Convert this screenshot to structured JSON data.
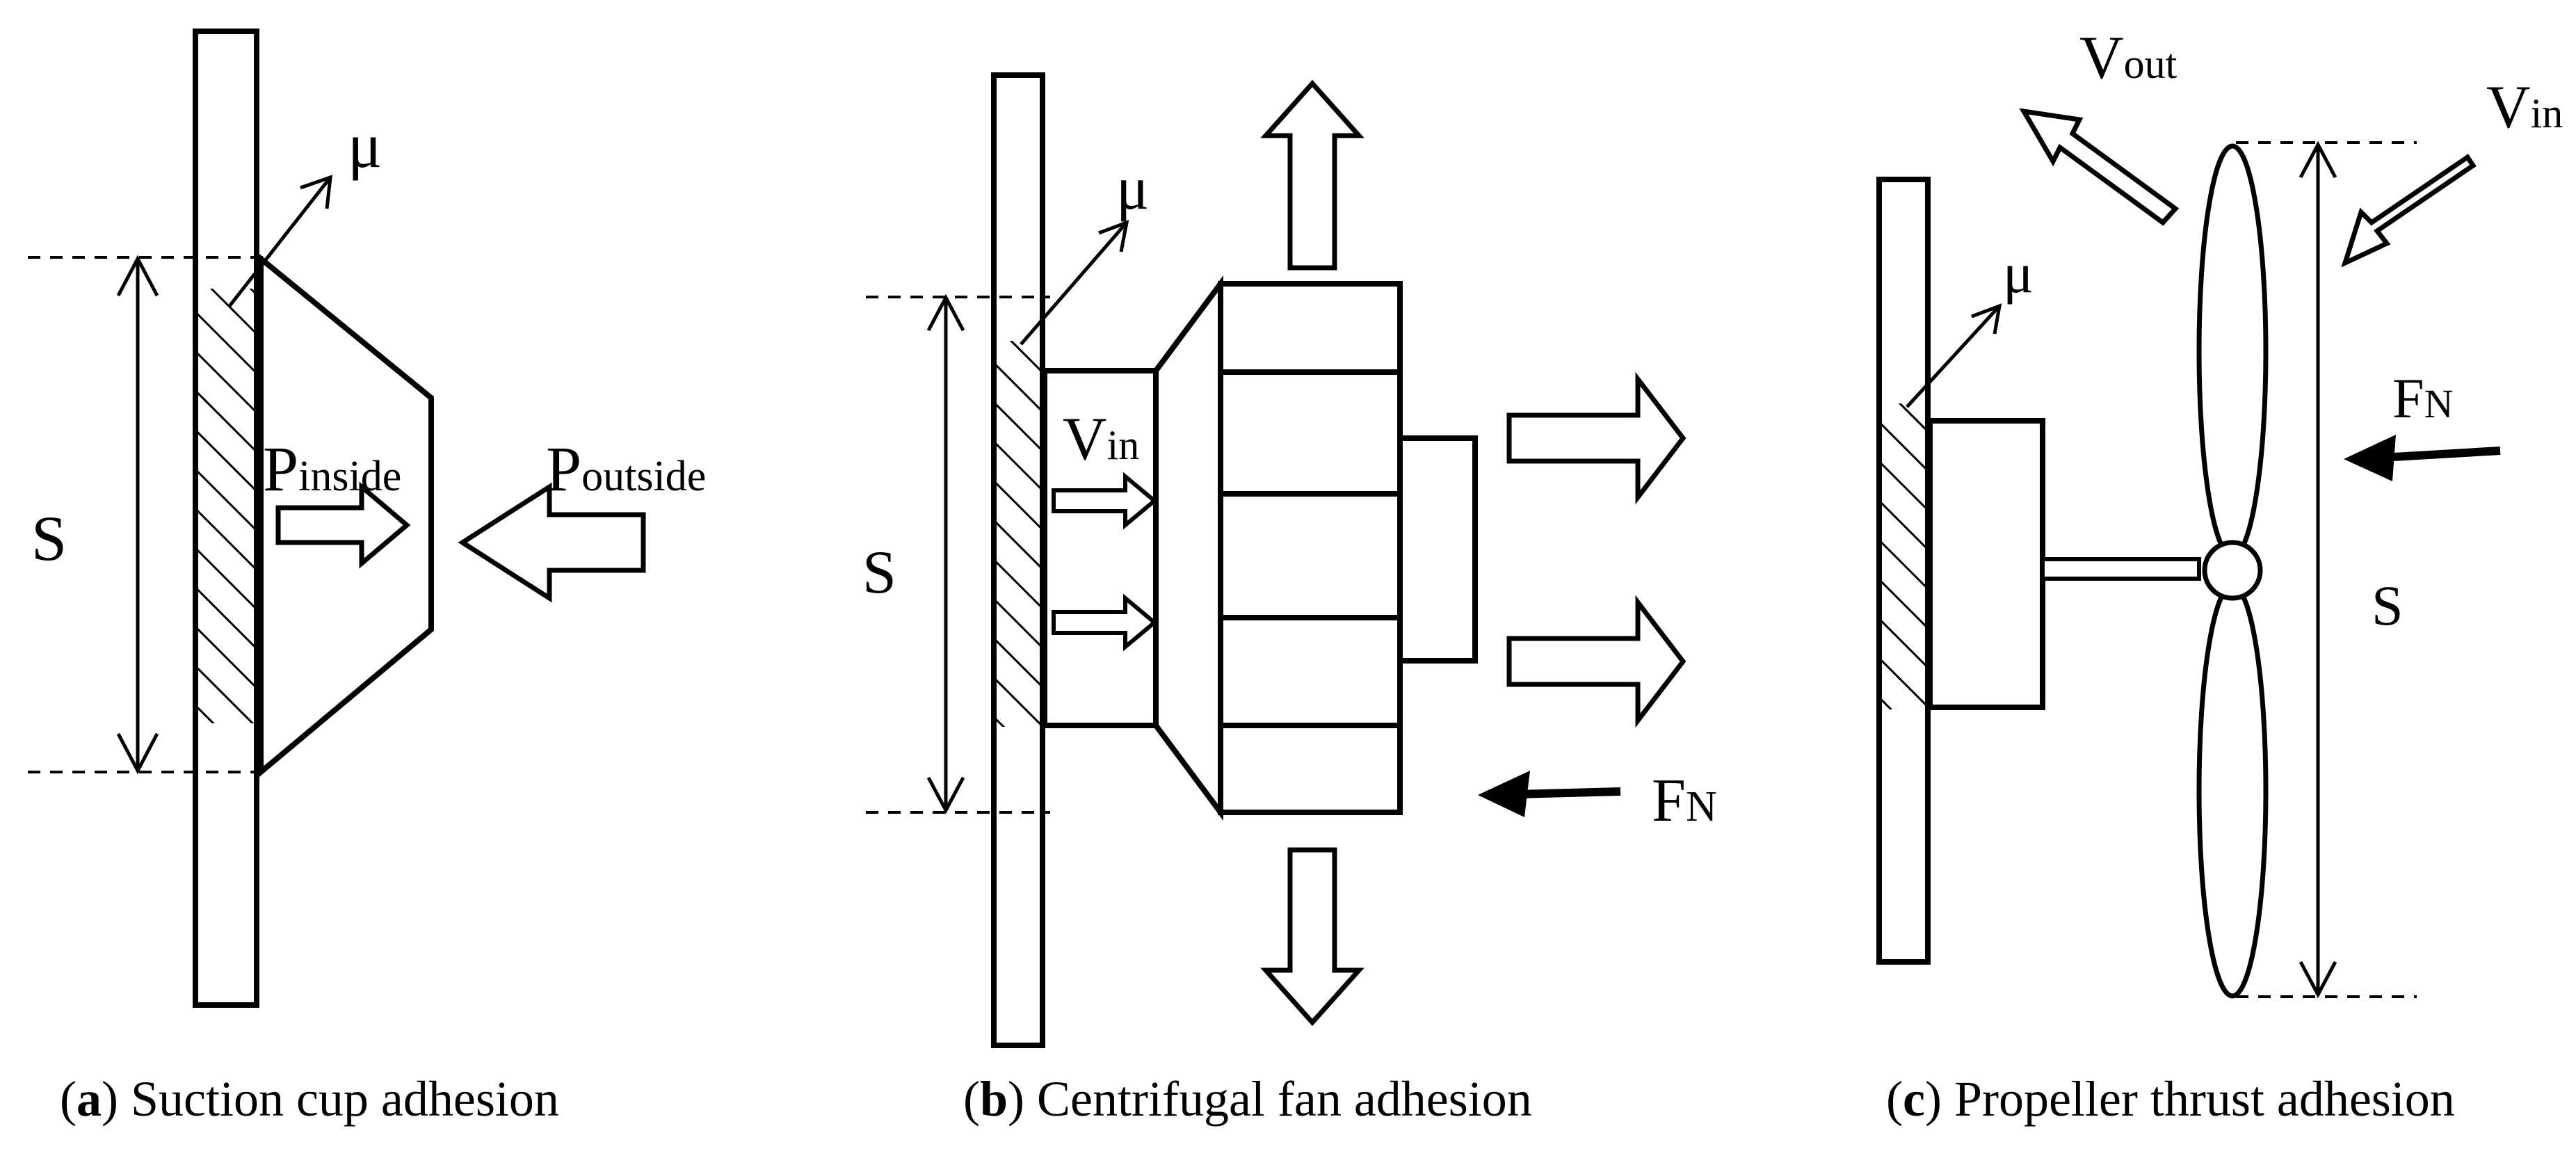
{
  "panels": [
    {
      "id": "a",
      "letter": "a",
      "caption": "Suction cup adhesion",
      "labels": {
        "mu": "μ",
        "s": "S",
        "p_inside_main": "P",
        "p_inside_sub": "inside",
        "p_outside_main": "P",
        "p_outside_sub": "outside"
      }
    },
    {
      "id": "b",
      "letter": "b",
      "caption": "Centrifugal fan adhesion",
      "labels": {
        "mu": "μ",
        "s": "S",
        "v_in_main": "V",
        "v_in_sub": "in",
        "f_n_main": "F",
        "f_n_sub": "N"
      }
    },
    {
      "id": "c",
      "letter": "c",
      "caption": "Propeller thrust adhesion",
      "labels": {
        "mu": "μ",
        "s": "S",
        "v_out_main": "V",
        "v_out_sub": "out",
        "v_in_main": "V",
        "v_in_sub": "in",
        "f_n_main": "F",
        "f_n_sub": "N"
      }
    }
  ]
}
